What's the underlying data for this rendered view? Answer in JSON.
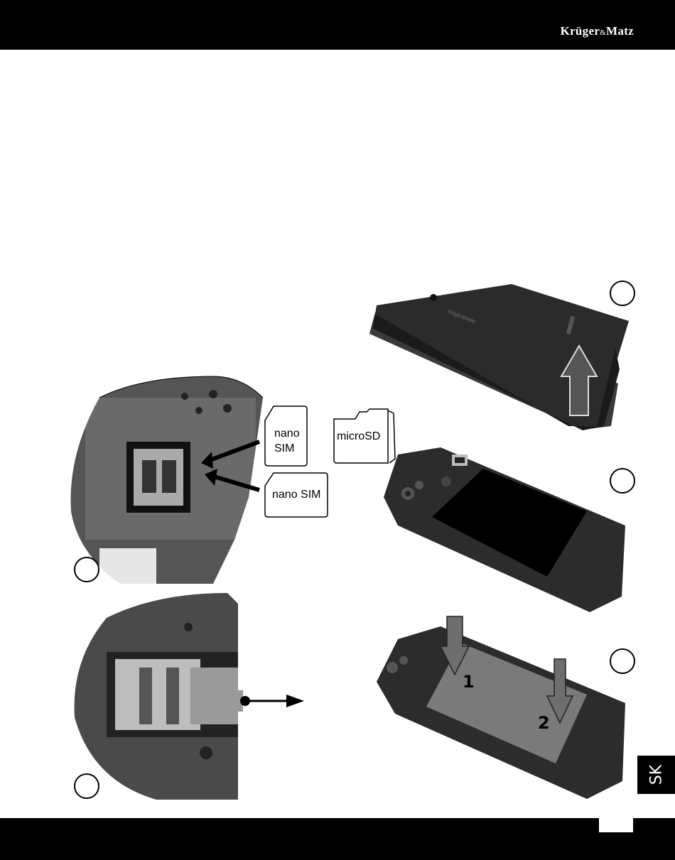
{
  "header": {
    "brand_main": "Krüger",
    "brand_amp": "&",
    "brand_tail": "Matz"
  },
  "language_tab": "SK",
  "labels": {
    "nano_sim_1_line1": "nano",
    "nano_sim_1_line2": "SIM",
    "nano_sim_2": "nano SIM",
    "microsd": "microSD",
    "step_number_1": "1",
    "step_number_2": "2"
  },
  "colors": {
    "bar": "#000000",
    "phone_body": "#2a2a2a",
    "screen": "#000000",
    "battery": "#7a7a7a"
  }
}
